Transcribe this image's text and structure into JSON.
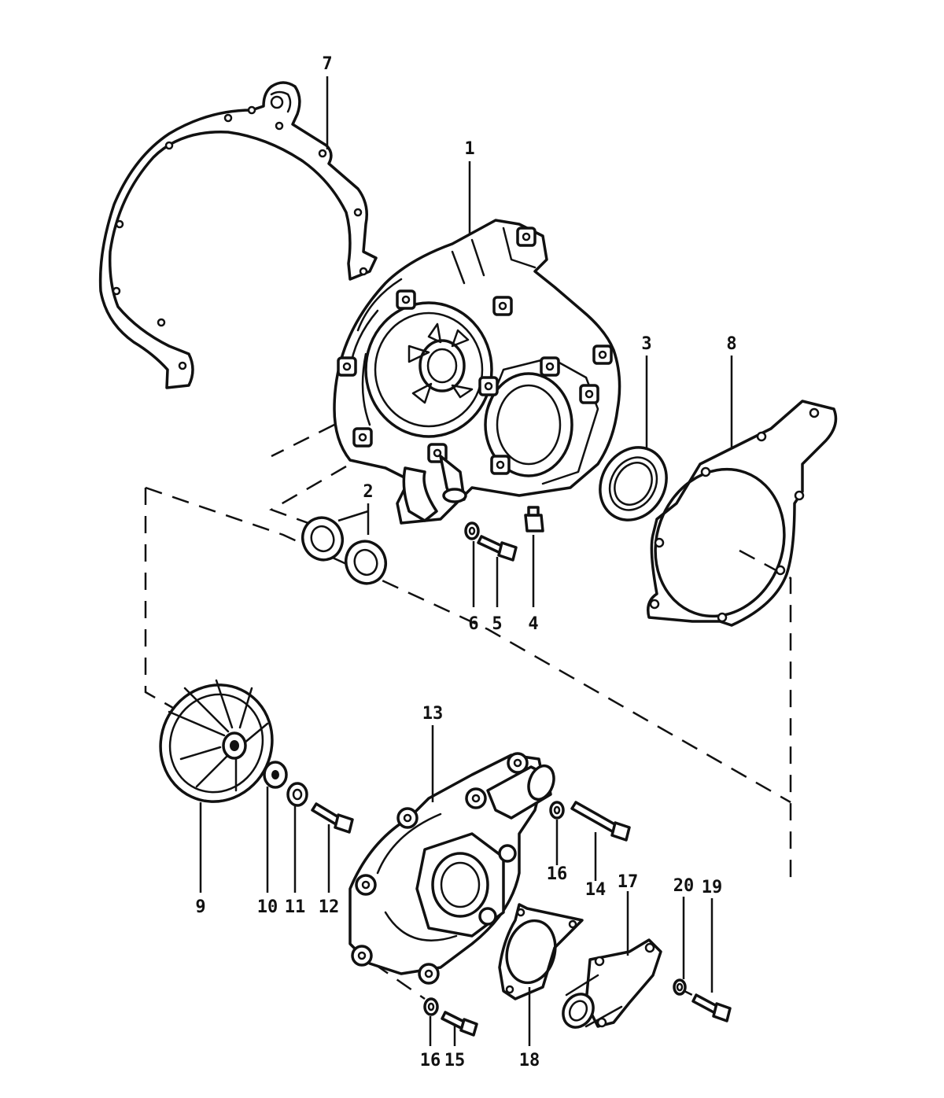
{
  "callouts": {
    "c1": "1",
    "c2": "2",
    "c3": "3",
    "c4": "4",
    "c5": "5",
    "c6": "6",
    "c7": "7",
    "c8": "8",
    "c9": "9",
    "c10": "10",
    "c11": "11",
    "c12": "12",
    "c13": "13",
    "c14": "14",
    "c15": "15",
    "c16a": "16",
    "c16b": "16",
    "c17": "17",
    "c18": "18",
    "c19": "19",
    "c20": "20"
  }
}
